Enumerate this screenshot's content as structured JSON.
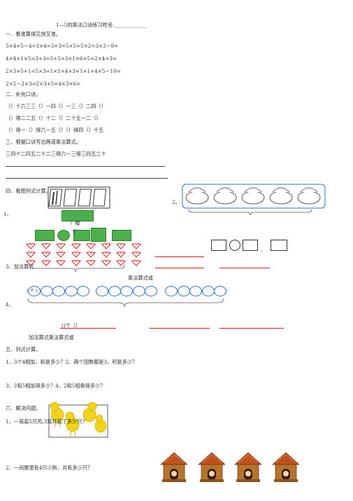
{
  "title": "1—5的乘法口诀练习姓名:_____________",
  "sec1": {
    "heading": "一、看谁算得又快又准。",
    "lines": [
      "5×4=5－4=3×4=3×3=5×5=5×2=3×3－9=",
      "4×4=1×5=3+3=5+5=3×1=6+5=2×4+3=",
      "2×3=5+1=5×3=1×1=4+3=1+1=4×5－10=",
      "2×2－2×3=2×3+5=4×3+6="
    ]
  },
  "sec2": {
    "heading": "二、补充口诀。",
    "lines": [
      "（）十六三三（）一四（）一三（）二四（）",
      "（）得二二五（）十二（）二十五一二（）",
      "（）得一（）得六一五（）（）得四（）十五"
    ]
  },
  "sec3": {
    "heading": "三、根据口诀写出两道乘法算式。",
    "line": "三四十二四五二十二三得六一三得三四五二十"
  },
  "sec4": {
    "heading": "四、看图列式计算。",
    "n1": "1、",
    "n2": "2、",
    "n3": "3、加法算式",
    "n4": "4、",
    "tree_label": "？棵",
    "tree_unit": "个",
    "mult_label": "乘法算式或",
    "circle_count": "( 个 )",
    "blank_label": "()个（）",
    "add_mult_label": "加法算式乘法算式或"
  },
  "sec5": {
    "heading": "五、列式计算。",
    "q1": "1、3个4相加，和是多少？2、两个因数都是3，积是多少？",
    "q2": "3、2和5相加得多少？4、2和5相乘得多少？"
  },
  "sec6": {
    "heading": "六、解决问题。",
    "q1": "1、一笼装5只鸡,3笼共装了多少只?",
    "q2": "2、一间屋里有4只小狗，共有多少只？"
  },
  "colors": {
    "heart": "#e02020",
    "circle": "#2b6fc7",
    "green": "#4cb04c"
  }
}
